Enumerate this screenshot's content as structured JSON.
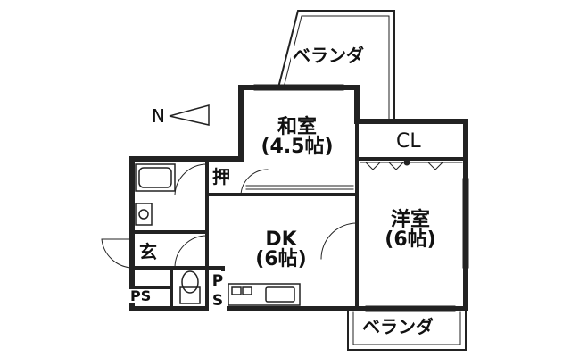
{
  "floor_plan": {
    "compass": {
      "label": "N"
    },
    "rooms": {
      "balcony_north": {
        "label": "ベランダ"
      },
      "washitsu": {
        "name": "和室",
        "size": "(4.5帖)"
      },
      "closet": {
        "label": "CL"
      },
      "oshiire": {
        "label": "押"
      },
      "youshitsu": {
        "name": "洋室",
        "size": "(6帖)"
      },
      "dk": {
        "name": "DK",
        "size": "(6帖)"
      },
      "genkan": {
        "label": "玄"
      },
      "ps_left": {
        "label": "PS"
      },
      "ps_center": {
        "label": "PS"
      },
      "balcony_south": {
        "label": "ベランダ"
      }
    }
  }
}
